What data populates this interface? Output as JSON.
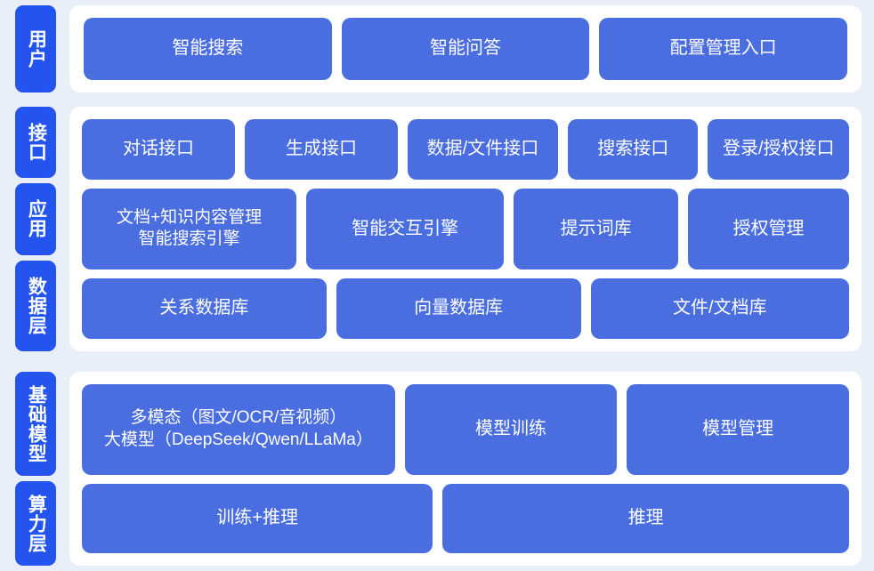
{
  "theme": {
    "page_background": "#e9eff8",
    "card_background": "#ffffff",
    "label_blue": "#2454f0",
    "box_blue": "#4a6ee0",
    "text_color": "#ffffff"
  },
  "bands": {
    "user": {
      "labels": [
        "用户"
      ],
      "rows": [
        {
          "cells": [
            {
              "text": "智能搜索",
              "flex": 1
            },
            {
              "text": "智能问答",
              "flex": 1
            },
            {
              "text": "配置管理入口",
              "flex": 1
            }
          ]
        }
      ]
    },
    "platform": {
      "labels": [
        "接口",
        "应用",
        "数据层"
      ],
      "rows": [
        {
          "name": "interface-row",
          "cells": [
            {
              "text": "对话接口",
              "flex": 1.07
            },
            {
              "text": "生成接口",
              "flex": 1.07
            },
            {
              "text": "数据/文件接口",
              "flex": 1.05
            },
            {
              "text": "搜索接口",
              "flex": 0.9
            },
            {
              "text": "登录/授权接口",
              "flex": 0.98
            }
          ]
        },
        {
          "name": "application-row",
          "cells": [
            {
              "text": "文档+知识内容管理\n智能搜索引擎",
              "flex": 1.22,
              "two_line": true
            },
            {
              "text": "智能交互引擎",
              "flex": 1.12
            },
            {
              "text": "提示词库",
              "flex": 0.92
            },
            {
              "text": "授权管理",
              "flex": 0.9
            }
          ]
        },
        {
          "name": "data-row",
          "cells": [
            {
              "text": "关系数据库",
              "flex": 1
            },
            {
              "text": "向量数据库",
              "flex": 1
            },
            {
              "text": "文件/文档库",
              "flex": 1.06
            }
          ]
        }
      ]
    },
    "infra": {
      "labels": [
        "基础模型",
        "算力层"
      ],
      "rows": [
        {
          "name": "model-row",
          "cells": [
            {
              "text": "多模态（图文/OCR/音视频）\n大模型（DeepSeek/Qwen/LLaMa）",
              "flex": 1.5,
              "model": true
            },
            {
              "text": "模型训练",
              "flex": 1
            },
            {
              "text": "模型管理",
              "flex": 1.05
            }
          ]
        },
        {
          "name": "compute-row",
          "cells": [
            {
              "text": "训练+推理",
              "flex": 0.86
            },
            {
              "text": "推理",
              "flex": 1.0
            }
          ]
        }
      ]
    }
  }
}
